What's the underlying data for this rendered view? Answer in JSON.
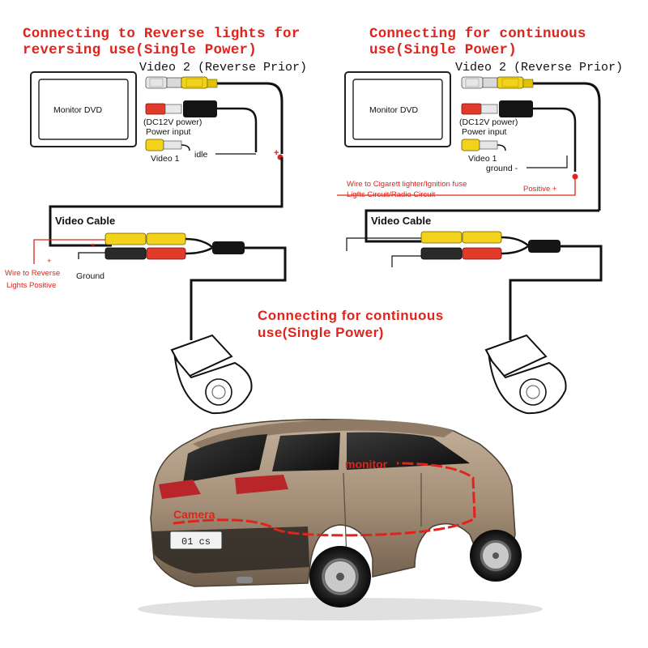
{
  "left_panel": {
    "title_line1": "Connecting to Reverse lights for",
    "title_line2": "reversing use(Single Power)",
    "video2_label": "Video 2 (Reverse Prior)",
    "monitor_label": "Monitor DVD",
    "dc_label": "(DC12V power)",
    "power_label": "Power input",
    "video1_label": "Video 1",
    "idle_label": "idle",
    "plus_label": "+",
    "video_cable_label": "Video Cable",
    "wire_label_line1": "Wire to Reverse",
    "wire_label_line2": "Lights Positive",
    "ground_label": "Ground",
    "plus_small": "+",
    "plus_small2": "+"
  },
  "right_panel": {
    "title_line1": "Connecting for continuous",
    "title_line2": "use(Single Power)",
    "video2_label": "Video 2 (Reverse Prior)",
    "monitor_label": "Monitor DVD",
    "dc_label": "(DC12V power)",
    "power_label": "Power input",
    "video1_label": "Video 1",
    "ground_label": "ground -",
    "wire_label_line1": "Wire to Cigarett lighter/Ignition fuse",
    "wire_label_line2": "Ligfts Circuit/Radio Circuit",
    "positive_label": "Positive +",
    "video_cable_label": "Video Cable"
  },
  "middle_caption": {
    "line1": "Connecting  for continuous",
    "line2": "use(Single Power)"
  },
  "car": {
    "monitor_label": "monitor",
    "camera_label": "Camera",
    "plate_text": "01 cs"
  },
  "colors": {
    "accent_red": "#e0241b",
    "cable_black": "#111111",
    "rca_yellow": "#f3d21b",
    "rca_red": "#e23a2b",
    "car_body": "#a58f78"
  }
}
